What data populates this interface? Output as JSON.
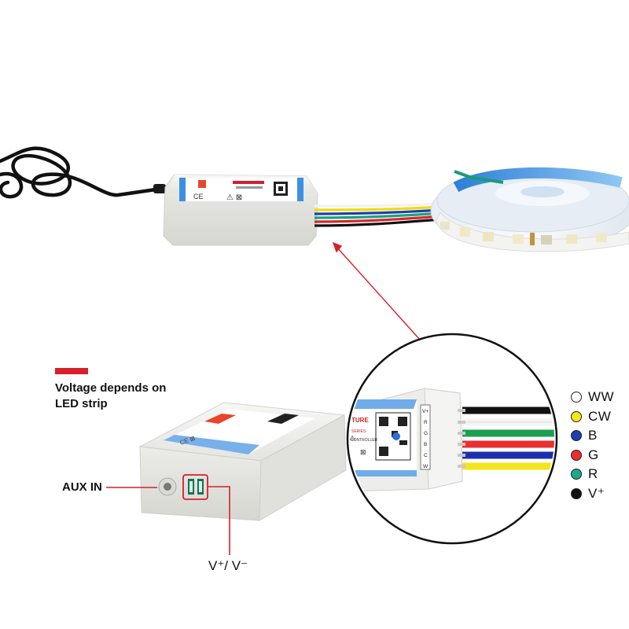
{
  "note": {
    "line1": "Voltage depends on",
    "line2": "LED strip",
    "accent_color": "#d6202a"
  },
  "labels": {
    "aux_in": "AUX IN",
    "power_pins": "V⁺/ V⁻"
  },
  "wire_legend": [
    {
      "label": "WW",
      "color": "#ffffff"
    },
    {
      "label": "CW",
      "color": "#f3e61a"
    },
    {
      "label": "B",
      "color": "#1e3fae"
    },
    {
      "label": "G",
      "color": "#e8302f"
    },
    {
      "label": "R",
      "color": "#1aa98c"
    },
    {
      "label": "V⁺",
      "color": "#111111"
    }
  ],
  "controller_terminal_labels": [
    "V+",
    "R",
    "G",
    "B",
    "C",
    "W"
  ],
  "controller_text": {
    "brand_fragment": "TURE",
    "series_fragment": "SERIES",
    "model_fragment": "CONTROLLER"
  }
}
